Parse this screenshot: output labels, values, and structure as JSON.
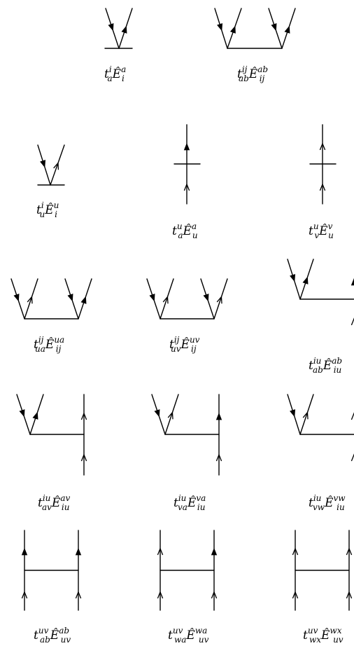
{
  "diagrams": [
    {
      "id": "t_a_i",
      "label": {
        "t_sup": "i",
        "t_sub": "a",
        "e_sup": "a",
        "e_sub": "i"
      }
    },
    {
      "id": "t_ab_ij",
      "label": {
        "t_sup": "ij",
        "t_sub": "ab",
        "e_sup": "ab",
        "e_sub": "ij"
      }
    },
    {
      "id": "t_u_i",
      "label": {
        "t_sup": "i",
        "t_sub": "u",
        "e_sup": "u",
        "e_sub": "i"
      }
    },
    {
      "id": "t_a_u",
      "label": {
        "t_sup": "u",
        "t_sub": "a",
        "e_sup": "a",
        "e_sub": "u"
      }
    },
    {
      "id": "t_v_u",
      "label": {
        "t_sup": "u",
        "t_sub": "v",
        "e_sup": "v",
        "e_sub": "u"
      }
    },
    {
      "id": "t_ua_ij",
      "label": {
        "t_sup": "ij",
        "t_sub": "ua",
        "e_sup": "ua",
        "e_sub": "ij"
      }
    },
    {
      "id": "t_uv_ij",
      "label": {
        "t_sup": "ij",
        "t_sub": "uv",
        "e_sup": "uv",
        "e_sub": "ij"
      }
    },
    {
      "id": "t_ab_iu",
      "label": {
        "t_sup": "iu",
        "t_sub": "ab",
        "e_sup": "ab",
        "e_sub": "iu"
      }
    },
    {
      "id": "t_av_iu",
      "label": {
        "t_sup": "iu",
        "t_sub": "av",
        "e_sup": "av",
        "e_sub": "iu"
      }
    },
    {
      "id": "t_va_iu",
      "label": {
        "t_sup": "iu",
        "t_sub": "va",
        "e_sup": "va",
        "e_sub": "iu"
      }
    },
    {
      "id": "t_vw_iu",
      "label": {
        "t_sup": "iu",
        "t_sub": "vw",
        "e_sup": "vw",
        "e_sub": "iu"
      }
    },
    {
      "id": "t_ab_uv",
      "label": {
        "t_sup": "uv",
        "t_sub": "ab",
        "e_sup": "ab",
        "e_sub": "uv"
      }
    },
    {
      "id": "t_wa_uv",
      "label": {
        "t_sup": "uv",
        "t_sub": "wa",
        "e_sup": "wa",
        "e_sub": "uv"
      }
    },
    {
      "id": "t_wx_uv",
      "label": {
        "t_sup": "uv",
        "t_sub": "wx",
        "e_sup": "wx",
        "e_sub": "uv"
      }
    }
  ]
}
